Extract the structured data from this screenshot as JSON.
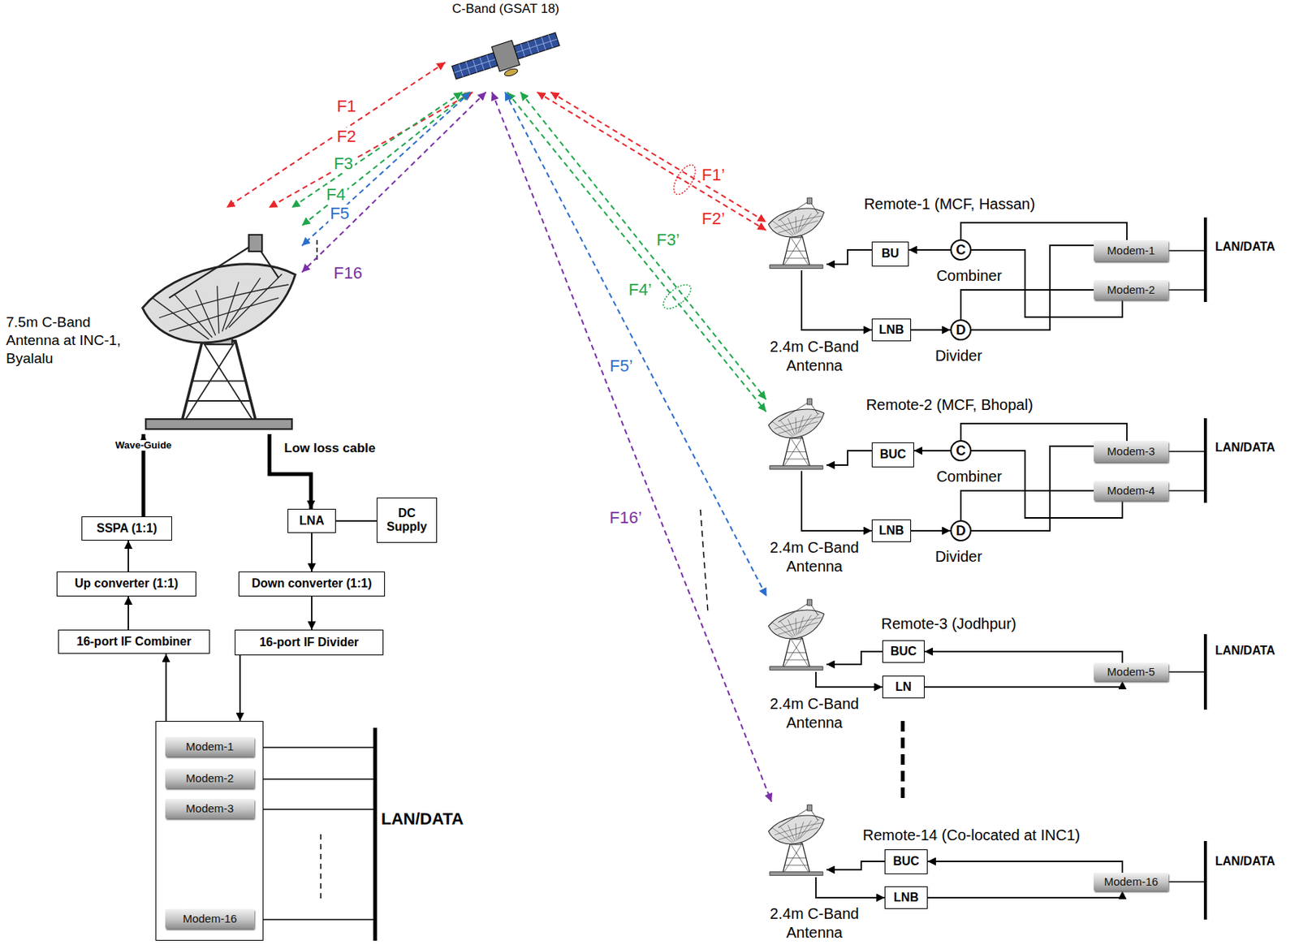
{
  "diagram": {
    "nodes": [
      {
        "text": [
          "C-Band (GSAT 18)"
        ]
      },
      {
        "text": [
          "7.5m C-Band Antenna at INC-1, Byalalu"
        ]
      },
      {
        "text": [
          "SSPA (1:1)"
        ]
      },
      {
        "text": [
          "Up converter (1:1)"
        ]
      },
      {
        "text": [
          "16-port IF Combiner"
        ]
      },
      {
        "text": [
          "LNA"
        ]
      },
      {
        "text": [
          "DC Supply"
        ]
      },
      {
        "text": [
          "Down converter (1:1)"
        ]
      },
      {
        "text": [
          "16-port IF Divider"
        ]
      },
      {
        "text": []
      },
      {
        "text": [
          "Modem-1"
        ],
        "in": 9
      },
      {
        "text": [
          "Modem-2"
        ],
        "in": 9
      },
      {
        "text": [
          "Modem-3"
        ],
        "in": 9
      },
      {
        "text": [
          "Modem-16"
        ],
        "in": 9
      },
      {
        "text": [
          "2.4m C-Band Antenna"
        ]
      },
      {
        "text": [
          "BU"
        ]
      },
      {
        "text": [
          "C",
          "Combiner"
        ]
      },
      {
        "text": [
          "LNB"
        ]
      },
      {
        "text": [
          "D",
          "Divider"
        ]
      },
      {
        "text": [
          "Modem-1"
        ]
      },
      {
        "text": [
          "Modem-2"
        ]
      },
      {
        "text": [
          "2.4m C-Band Antenna"
        ]
      },
      {
        "text": [
          "BUC"
        ]
      },
      {
        "text": [
          "C",
          "Combiner"
        ]
      },
      {
        "text": [
          "LNB"
        ]
      },
      {
        "text": [
          "D",
          "Divider"
        ]
      },
      {
        "text": [
          "Modem-3"
        ]
      },
      {
        "text": [
          "Modem-4"
        ]
      },
      {
        "text": [
          "2.4m C-Band Antenna"
        ]
      },
      {
        "text": [
          "BUC"
        ]
      },
      {
        "text": [
          "LN"
        ]
      },
      {
        "text": [
          "Modem-5"
        ]
      },
      {
        "text": [
          "2.4m C-Band Antenna"
        ]
      },
      {
        "text": [
          "BUC"
        ]
      },
      {
        "text": [
          "LNB"
        ]
      },
      {
        "text": [
          "Modem-16"
        ]
      }
    ],
    "edges": [
      {
        "from": 0,
        "to": 1,
        "arrow": "both",
        "label": "F1"
      },
      {
        "from": 0,
        "to": 1,
        "arrow": "both",
        "label": "F2"
      },
      {
        "from": 0,
        "to": 1,
        "arrow": "both",
        "label": "F3"
      },
      {
        "from": 0,
        "to": 1,
        "arrow": "both",
        "label": "F4"
      },
      {
        "from": 0,
        "to": 1,
        "arrow": "both",
        "label": "F5"
      },
      {
        "from": 0,
        "to": 1,
        "arrow": "both",
        "label": "F16"
      },
      {
        "from": 0,
        "to": 14,
        "arrow": "both",
        "label": "F1’"
      },
      {
        "from": 0,
        "to": 14,
        "arrow": "both",
        "label": "F2’"
      },
      {
        "from": 0,
        "to": 21,
        "arrow": "both",
        "label": "F3’"
      },
      {
        "from": 0,
        "to": 21,
        "arrow": "both",
        "label": "F4’"
      },
      {
        "from": 0,
        "to": 28,
        "arrow": "both",
        "label": "F5’"
      },
      {
        "from": 0,
        "to": 32,
        "arrow": "both",
        "label": "F16’"
      },
      {
        "from": 2,
        "to": 1,
        "arrow": "to",
        "label": "Wave-Guide"
      },
      {
        "from": 3,
        "to": 2,
        "arrow": "to"
      },
      {
        "from": 4,
        "to": 3,
        "arrow": "to"
      },
      {
        "from": 9,
        "to": 4,
        "arrow": "to"
      },
      {
        "from": 1,
        "to": 5,
        "arrow": "to",
        "label": "Low loss cable"
      },
      {
        "from": 6,
        "to": 5,
        "arrow": "none"
      },
      {
        "from": 5,
        "to": 7,
        "arrow": "to"
      },
      {
        "from": 7,
        "to": 8,
        "arrow": "to"
      },
      {
        "from": 8,
        "to": 9,
        "arrow": "to"
      },
      {
        "from": 19,
        "to": 16,
        "arrow": "none"
      },
      {
        "from": 20,
        "to": 16,
        "arrow": "none"
      },
      {
        "from": 16,
        "to": 15,
        "arrow": "to"
      },
      {
        "from": 15,
        "to": 14,
        "arrow": "to"
      },
      {
        "from": 14,
        "to": 17,
        "arrow": "to"
      },
      {
        "from": 17,
        "to": 18,
        "arrow": "to"
      },
      {
        "from": 18,
        "to": 19,
        "arrow": "none"
      },
      {
        "from": 18,
        "to": 20,
        "arrow": "none"
      },
      {
        "from": 26,
        "to": 23,
        "arrow": "none"
      },
      {
        "from": 27,
        "to": 23,
        "arrow": "none"
      },
      {
        "from": 23,
        "to": 22,
        "arrow": "to"
      },
      {
        "from": 22,
        "to": 21,
        "arrow": "to"
      },
      {
        "from": 21,
        "to": 24,
        "arrow": "to"
      },
      {
        "from": 24,
        "to": 25,
        "arrow": "to"
      },
      {
        "from": 25,
        "to": 26,
        "arrow": "none"
      },
      {
        "from": 25,
        "to": 27,
        "arrow": "none"
      },
      {
        "from": 31,
        "to": 29,
        "arrow": "to"
      },
      {
        "from": 29,
        "to": 28,
        "arrow": "to"
      },
      {
        "from": 28,
        "to": 30,
        "arrow": "to"
      },
      {
        "from": 30,
        "to": 31,
        "arrow": "to"
      },
      {
        "from": 35,
        "to": 33,
        "arrow": "to"
      },
      {
        "from": 33,
        "to": 32,
        "arrow": "to"
      },
      {
        "from": 32,
        "to": 34,
        "arrow": "to"
      },
      {
        "from": 34,
        "to": 35,
        "arrow": "to"
      }
    ],
    "labels": [
      "LAN/DATA",
      "Remote-1 (MCF, Hassan)",
      "LAN/DATA",
      "Remote-2 (MCF, Bhopal)",
      "LAN/DATA",
      "Remote-3 (Jodhpur)",
      "LAN/DATA",
      "Remote-14 (Co-located at INC1)",
      "LAN/DATA"
    ]
  }
}
